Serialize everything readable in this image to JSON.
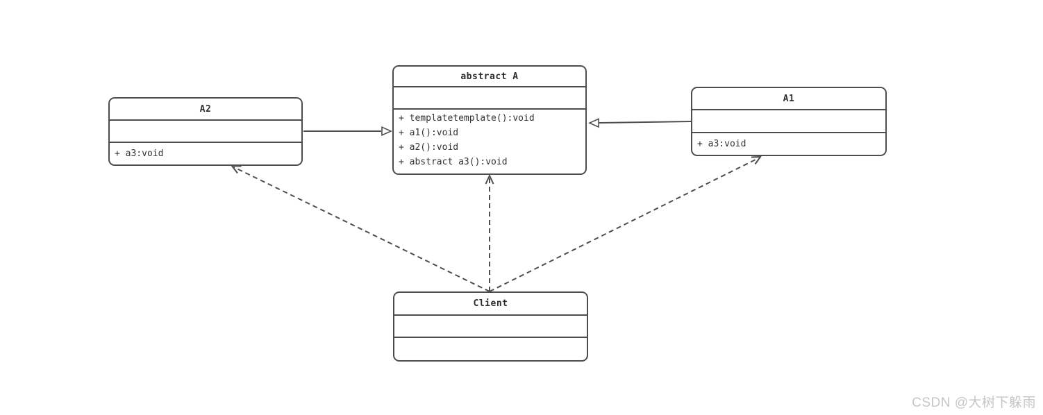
{
  "diagram": {
    "classes": {
      "abstract_a": {
        "title": "abstract A",
        "members": [
          "+ templatetemplate():void",
          "+ a1():void",
          "+ a2():void",
          "+ abstract a3():void"
        ]
      },
      "a2": {
        "title": "A2",
        "members": [
          "+ a3:void"
        ]
      },
      "a1": {
        "title": "A1",
        "members": [
          "+ a3:void"
        ]
      },
      "client": {
        "title": "Client",
        "members": []
      }
    },
    "relationships": [
      {
        "from": "A2",
        "to": "abstract A",
        "type": "generalization",
        "line_style": "solid",
        "arrowhead": "hollow-triangle"
      },
      {
        "from": "A1",
        "to": "abstract A",
        "type": "generalization",
        "line_style": "solid",
        "arrowhead": "hollow-triangle"
      },
      {
        "from": "Client",
        "to": "A2",
        "type": "dependency",
        "line_style": "dashed",
        "arrowhead": "open"
      },
      {
        "from": "Client",
        "to": "abstract A",
        "type": "dependency",
        "line_style": "dashed",
        "arrowhead": "open"
      },
      {
        "from": "Client",
        "to": "A1",
        "type": "dependency",
        "line_style": "dashed",
        "arrowhead": "open"
      }
    ],
    "colors": {
      "stroke": "#4d4d4d",
      "text": "#333333",
      "background": "#ffffff",
      "watermark": "#c6c6c6"
    }
  },
  "watermark": {
    "text": "CSDN @大树下躲雨"
  }
}
